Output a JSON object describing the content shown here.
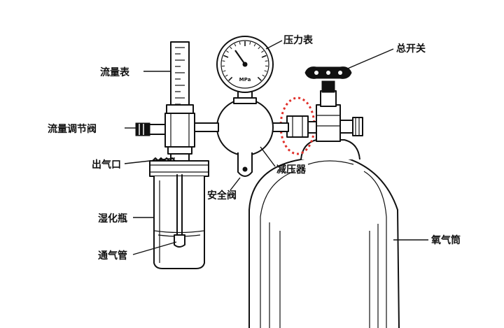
{
  "labels": {
    "flowmeter": "流量表",
    "flow_valve": "流量调节阀",
    "outlet": "出气口",
    "humidifier": "湿化瓶",
    "vent_tube": "通气管",
    "pressure_gauge": "压力表",
    "main_switch": "总开关",
    "reducer": "减压器",
    "safety_valve": "安全阀",
    "oxygen_cylinder": "氧气筒"
  },
  "gauge_unit": "MPa",
  "highlight_color": "#e0302a"
}
